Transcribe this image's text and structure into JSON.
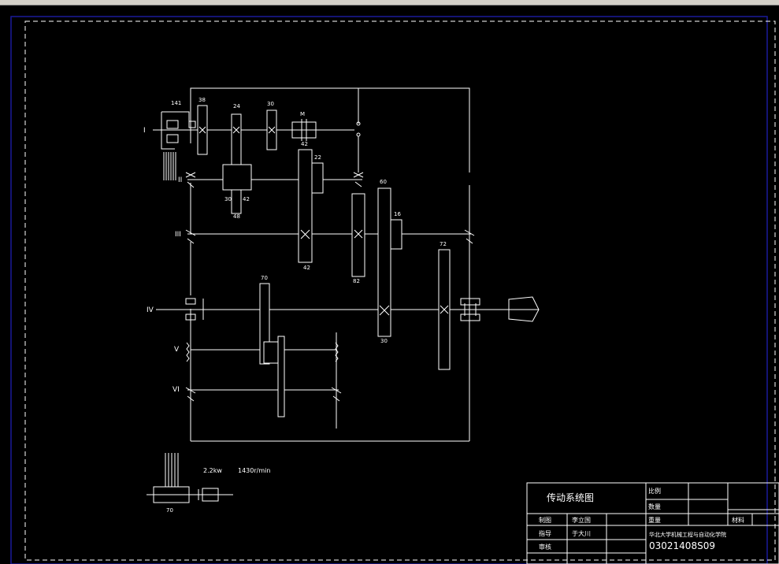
{
  "app": {
    "background": "#000000",
    "line_color": "#ffffff",
    "frame_color": "#1a1a9a",
    "shaft_highlight": "#9a2a9a"
  },
  "diagram": {
    "title": "传动系统图",
    "motor_power": "2.2kw",
    "motor_speed": "1430r/min",
    "roman": {
      "I": "I",
      "II": "II",
      "III": "III",
      "IV": "IV",
      "V": "V",
      "VI": "VI"
    },
    "gears": {
      "g141": "141",
      "g38": "38",
      "g24": "24",
      "g30a": "30",
      "gM": "M",
      "g42a": "42",
      "g22": "22",
      "g30b": "30",
      "g42b": "42",
      "g48": "48",
      "g60": "60",
      "g16": "16",
      "g42c": "42",
      "g82": "82",
      "g72": "72",
      "g70": "70",
      "g30c": "30",
      "g70b": "70"
    }
  },
  "title_block": {
    "drawing_title": "传动系统图",
    "ratio_label": "比例",
    "quantity_label": "数量",
    "weight_label": "重量",
    "material_label": "材料",
    "drawn_label": "制图",
    "drawn_name": "李立国",
    "teacher_label": "指导",
    "teacher_name": "于大川",
    "review_label": "审核",
    "school": "华北大学机械工程与自动化学院",
    "drawing_number": "03021408S09"
  }
}
